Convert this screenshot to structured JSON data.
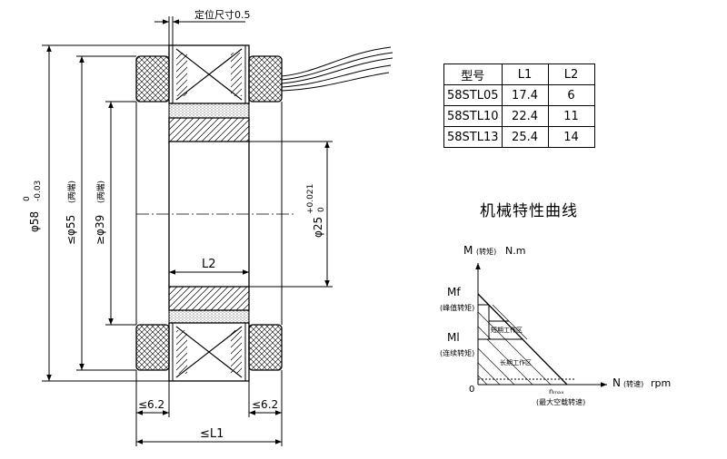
{
  "drawing": {
    "locate_note": "定位尺寸0.5",
    "dia_outer": "φ58",
    "dia_outer_tol_upper": "0",
    "dia_outer_tol_lower": "-0.03",
    "dia_55": "≤φ55",
    "dia_55_note": "(两端)",
    "dia_39": "≥φ39",
    "dia_39_note": "(两端)",
    "dia_bore": "φ25",
    "dia_bore_tol_upper": "+0.021",
    "dia_bore_tol_lower": "0",
    "dim_l2": "L2",
    "dim_left": "≤6.2",
    "dim_right": "≤6.2",
    "dim_l1": "≤L1"
  },
  "spec_table": {
    "headers": [
      "型号",
      "L1",
      "L2"
    ],
    "rows": [
      [
        "58STL05",
        "17.4",
        "6"
      ],
      [
        "58STL10",
        "22.4",
        "11"
      ],
      [
        "58STL13",
        "25.4",
        "14"
      ]
    ]
  },
  "curve": {
    "title": "机械特性曲线",
    "y_axis_label": "M",
    "y_axis_note": "(转矩)",
    "y_axis_unit": "N.m",
    "x_axis_label": "N",
    "x_axis_note": "(转速)",
    "x_axis_unit": "rpm",
    "origin": "0",
    "mf_label": "Mf",
    "mf_note": "(峰值转矩)",
    "ml_label": "Ml",
    "ml_note": "(连续转矩)",
    "short_zone": "短期工作区",
    "long_zone": "长期工作区",
    "n_max": "nₘₐₓ",
    "n_max_note": "(最大空载转速)"
  }
}
